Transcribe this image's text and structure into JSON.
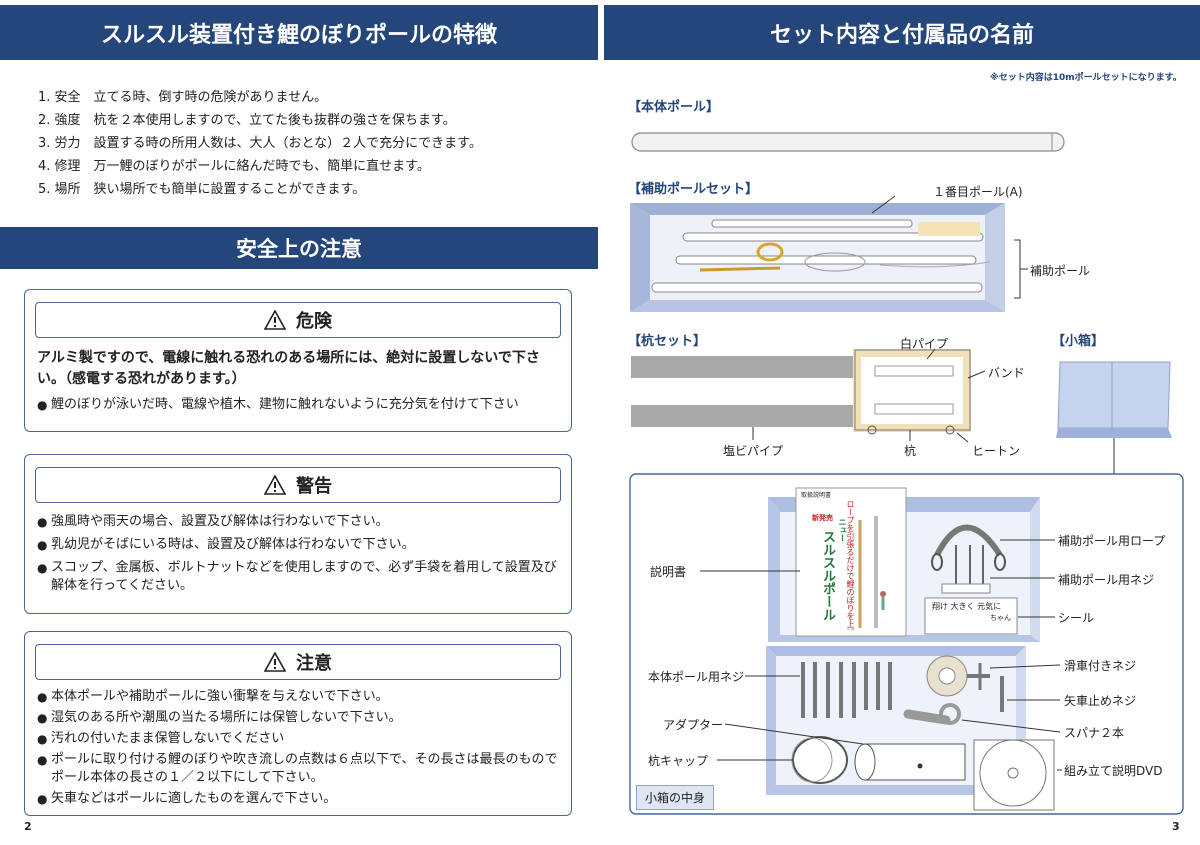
{
  "left": {
    "features_title": "スルスル装置付き鯉のぼりポールの特徴",
    "features": [
      "1. 安全　立てる時、倒す時の危険がありません。",
      "2. 強度　杭を２本使用しますので、立てた後も抜群の強さを保ちます。",
      "3. 労力　設置する時の所用人数は、大人（おとな）２人で充分にできます。",
      "4. 修理　万一鯉のぼりがポールに絡んだ時でも、簡単に直せます。",
      "5. 場所　狭い場所でも簡単に設置することができます。"
    ],
    "safety_title": "安全上の注意",
    "danger": {
      "title": "危険",
      "lead": "アルミ製ですので、電線に触れる恐れのある場所には、絶対に設置しないで下さい。（感電する恐れがあります。）",
      "items": [
        "鯉のぼりが泳いだ時、電線や植木、建物に触れないように充分気を付けて下さい"
      ]
    },
    "warning": {
      "title": "警告",
      "items": [
        "強風時や雨天の場合、設置及び解体は行わないで下さい。",
        "乳幼児がそばにいる時は、設置及び解体は行わないで下さい。",
        "スコップ、金属板、ボルトナットなどを使用しますので、必ず手袋を着用して設置及び解体を行ってください。"
      ]
    },
    "caution": {
      "title": "注意",
      "items": [
        "本体ポールや補助ポールに強い衝撃を与えないで下さい。",
        "湿気のある所や潮風の当たる場所には保管しないで下さい。",
        "汚れの付いたまま保管しないでください",
        "ポールに取り付ける鯉のぼりや吹き流しの点数は６点以下で、その長さは最長のものでポール本体の長さの１／２以下にして下さい。",
        "矢車などはポールに適したものを選んで下さい。"
      ]
    },
    "page_number": "2"
  },
  "right": {
    "title": "セット内容と付属品の名前",
    "note": "※セット内容は10mポールセットになります。",
    "sections": {
      "main_pole": "【本体ポール】",
      "aux_pole_set": "【補助ポールセット】",
      "stake_set": "【杭セット】",
      "small_box": "【小箱】"
    },
    "labels": {
      "pole_a": "１番目ポール(A)",
      "aux_pole": "補助ポール",
      "white_pipe": "白パイプ",
      "band": "バンド",
      "pvc_pipe": "塩ビパイプ",
      "stake": "杭",
      "hiton": "ヒートン",
      "manual": "説明書",
      "aux_rope": "補助ポール用ロープ",
      "aux_screw": "補助ポール用ネジ",
      "seal": "シール",
      "main_screw": "本体ポール用ネジ",
      "pulley_screw": "滑車付きネジ",
      "arrow_screw": "矢車止めネジ",
      "adapter": "アダプター",
      "spanner": "スパナ２本",
      "stake_cap": "杭キャップ",
      "dvd": "組み立て説明DVD",
      "box_contents": "小箱の中身"
    },
    "booklet": {
      "top": "取扱説明書",
      "badge": "新発売",
      "brand_small": "ニュー",
      "brand": "スルスルポール",
      "tagline": "ロープを引張るだけで鯉のぼりを上げ下げ出来る。"
    },
    "seal_text": {
      "line1": "翔け 大きく 元気に",
      "line2": "ちゃん"
    },
    "page_number": "3"
  }
}
